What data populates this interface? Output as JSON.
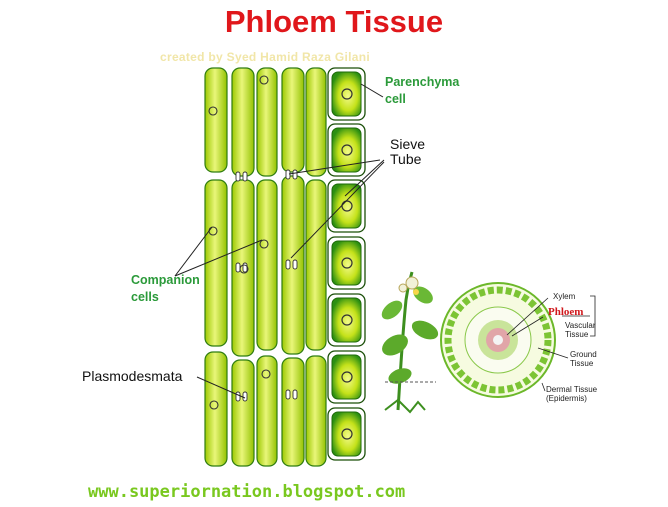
{
  "title": "Phloem Tissue",
  "credit": "created by Syed Hamid Raza Gilani",
  "labels": {
    "parenchyma_line1": "Parenchyma",
    "parenchyma_line2": "cell",
    "sieve_line1": "Sieve",
    "sieve_line2": "Tube",
    "companion_line1": "Companion",
    "companion_line2": "cells",
    "plasmodesmata": "Plasmodesmata"
  },
  "inset": {
    "xylem": "Xylem",
    "phloem": "Phloem",
    "vascular_line1": "Vascular",
    "vascular_line2": "Tissue",
    "ground_line1": "Ground",
    "ground_line2": "Tissue",
    "dermal_line1": "Dermal Tissue",
    "dermal_line2": "(Epidermis)"
  },
  "footer_url": "www.superiornation.blogspot.com",
  "colors": {
    "title": "#e0171b",
    "label_green": "#2b9a3a",
    "url": "#79c81f",
    "cell_green": "#a9d400",
    "cell_light": "#eef88a"
  }
}
